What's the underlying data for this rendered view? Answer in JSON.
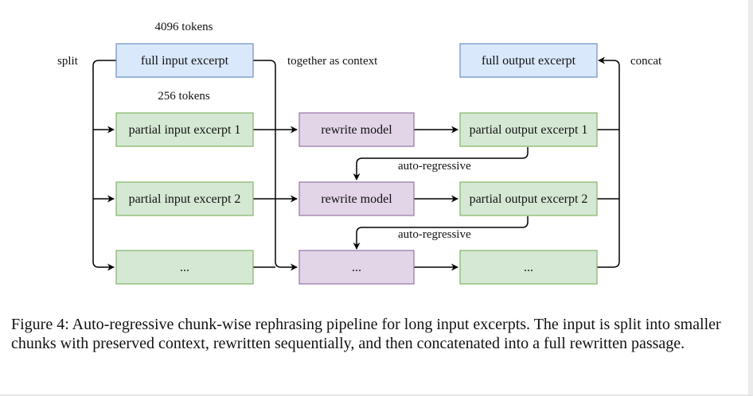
{
  "labels": {
    "tokens_4096": "4096 tokens",
    "tokens_256": "256 tokens",
    "split": "split",
    "together_as_context": "together as context",
    "concat": "concat",
    "auto_regressive_1": "auto-regressive",
    "auto_regressive_2": "auto-regressive"
  },
  "boxes": {
    "full_input": "full input excerpt",
    "full_output": "full output excerpt",
    "partial_input_1": "partial input excerpt 1",
    "partial_input_2": "partial input excerpt 2",
    "partial_input_3": "...",
    "rewrite_model_1": "rewrite model",
    "rewrite_model_2": "rewrite model",
    "rewrite_model_3": "...",
    "partial_output_1": "partial output excerpt 1",
    "partial_output_2": "partial output excerpt 2",
    "partial_output_3": "..."
  },
  "colors": {
    "blue_fill": "#dae8fc",
    "blue_stroke": "#6c8ebf",
    "green_fill": "#d5e8d4",
    "green_stroke": "#82b366",
    "purple_fill": "#e1d5e7",
    "purple_stroke": "#9673a6"
  },
  "caption": "Figure 4: Auto-regressive chunk-wise rephrasing pipeline for long input excerpts. The input is split into smaller chunks with preserved context, rewritten sequentially, and then concatenated into a full rewritten passage."
}
